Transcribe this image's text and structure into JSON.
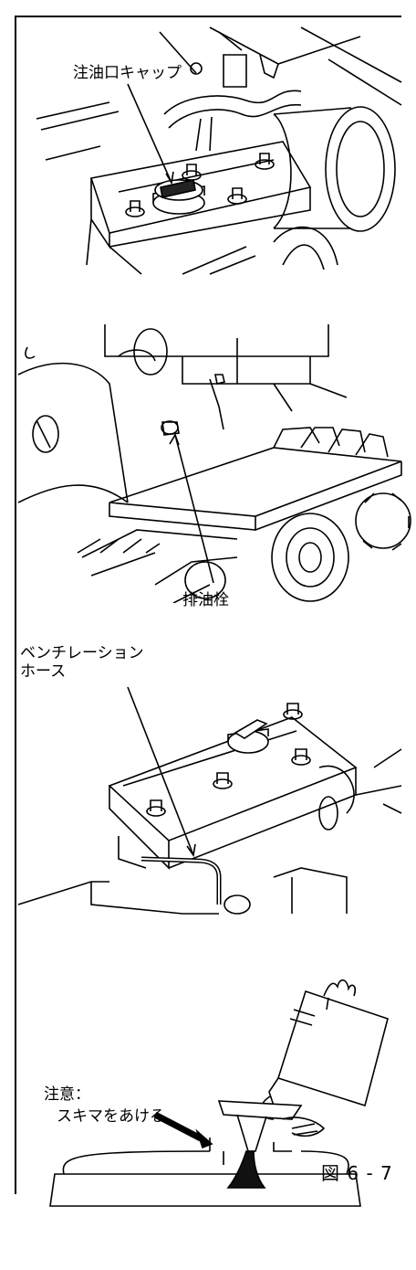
{
  "panels": [
    {
      "id": "panel-1",
      "label": "注油口キャップ",
      "icon": "engine-top-oil-cap-illustration"
    },
    {
      "id": "panel-2",
      "label": "排油栓",
      "icon": "drain-plug-illustration"
    },
    {
      "id": "panel-3",
      "label_line1": "ベンチレーション",
      "label_line2": "ホース",
      "icon": "ventilation-hose-illustration"
    },
    {
      "id": "panel-4",
      "label_line1": "注意：",
      "label_line2": "スキマをあける",
      "icon": "oil-pouring-illustration"
    }
  ],
  "figure_number": "図 6 - 7"
}
